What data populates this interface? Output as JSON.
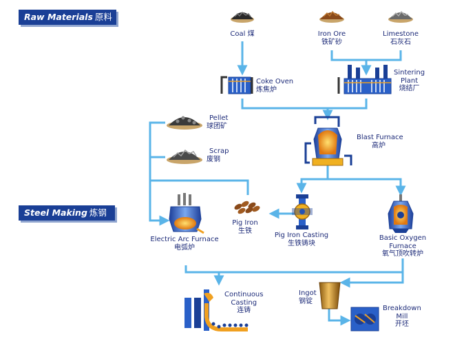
{
  "headers": {
    "raw_materials": {
      "en": "Raw Materials",
      "cn": "原料"
    },
    "steel_making": {
      "en": "Steel Making",
      "cn": "炼钢"
    }
  },
  "nodes": {
    "coal": {
      "en": "Coal",
      "cn": "煤",
      "icon": "coal-pile-icon"
    },
    "iron_ore": {
      "en": "Iron Ore",
      "cn": "铁矿砂",
      "icon": "iron-ore-pile-icon"
    },
    "limestone": {
      "en": "Limestone",
      "cn": "石灰石",
      "icon": "limestone-pile-icon"
    },
    "coke_oven": {
      "en": "Coke Oven",
      "cn": "炼焦炉",
      "icon": "coke-oven-icon"
    },
    "sintering_plant": {
      "en1": "Sintering",
      "en2": "Plant",
      "cn": "烧结厂",
      "icon": "sintering-plant-icon"
    },
    "pellet": {
      "en": "Pellet",
      "cn": "球团矿",
      "icon": "pellet-pile-icon"
    },
    "scrap": {
      "en": "Scrap",
      "cn": "废钢",
      "icon": "scrap-pile-icon"
    },
    "blast_furnace": {
      "en": "Blast Furnace",
      "cn": "高炉",
      "icon": "blast-furnace-icon"
    },
    "pig_iron": {
      "en": "Pig Iron",
      "cn": "生铁",
      "icon": "pig-iron-icon"
    },
    "pig_iron_casting": {
      "en": "Pig Iron Casting",
      "cn": "生铁铸块",
      "icon": "pig-iron-casting-icon"
    },
    "electric_arc": {
      "en": "Electric Arc Furnace",
      "cn": "电弧炉",
      "icon": "electric-arc-furnace-icon"
    },
    "basic_oxygen": {
      "en1": "Basic Oxygen",
      "en2": "Furnace",
      "cn": "氧气顶吹转炉",
      "icon": "basic-oxygen-furnace-icon"
    },
    "continuous": {
      "en1": "Continuous",
      "en2": "Casting",
      "cn": "连铸",
      "icon": "continuous-casting-icon"
    },
    "ingot": {
      "en": "Ingot",
      "cn": "钢锭",
      "icon": "ingot-icon"
    },
    "breakdown": {
      "en1": "Breakdown",
      "en2": "Mill",
      "cn": "开坯",
      "icon": "breakdown-mill-icon"
    }
  },
  "colors": {
    "header_bg": "#1a3f96",
    "connector": "#5ab4e8",
    "label_text": "#1c2a78",
    "equipment_blue": "#3a6fd0",
    "molten": "#f0a020"
  }
}
